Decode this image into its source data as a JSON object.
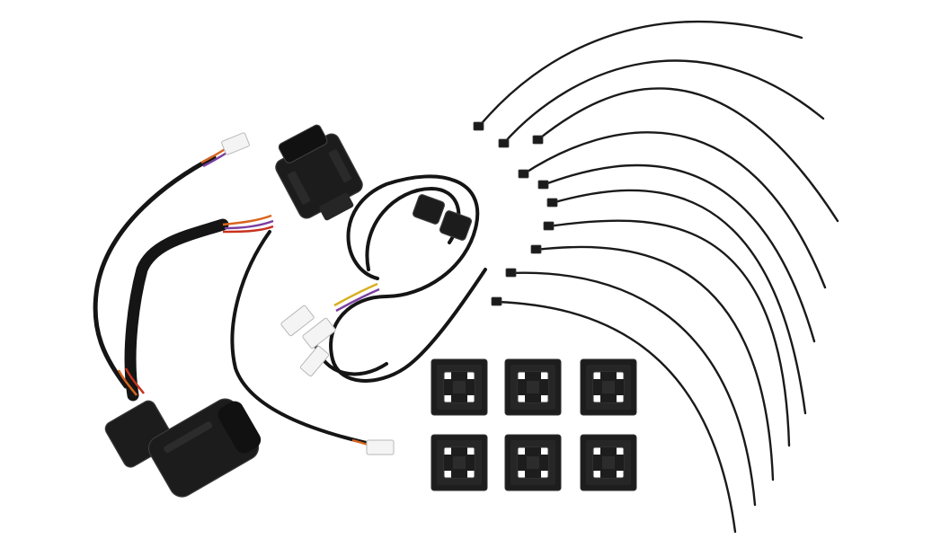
{
  "scene": {
    "background": "#ffffff",
    "subject": "wiring-harness-kit",
    "colors": {
      "cable": "#151515",
      "sleeve": "#1c1c1c",
      "wire_orange": "#d9641e",
      "wire_purple": "#7a3fa0",
      "wire_red": "#c8321e",
      "wire_yellow": "#d8b020",
      "terminal_white": "#f4f4f4"
    },
    "cable_tie_count": 10,
    "adhesive_mount_count": 6
  }
}
